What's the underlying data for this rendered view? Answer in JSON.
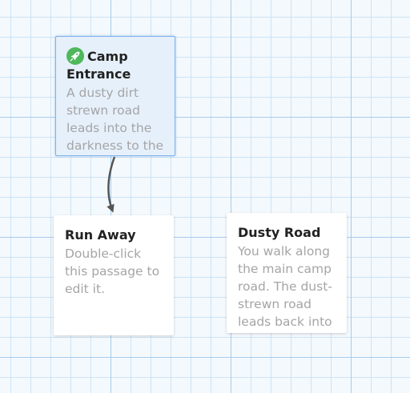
{
  "colors": {
    "start_badge": "#4fb85c",
    "link_arrow": "#555555",
    "selected_border": "#7fb0e6"
  },
  "passages": [
    {
      "title_line1": "Camp",
      "title_line2": "Entrance",
      "excerpt": "A dusty dirt strewn road leads into the darkness to the",
      "is_start": true,
      "selected": true,
      "icon": "rocket-icon"
    },
    {
      "title": "Run Away",
      "excerpt": "Double-click this passage to edit it.",
      "is_start": false,
      "selected": false
    },
    {
      "title": "Dusty Road",
      "excerpt": "You walk along the main camp road. The dust-strewn road leads back into",
      "is_start": false,
      "selected": false
    }
  ],
  "links": [
    {
      "from": "Camp Entrance",
      "to": "Run Away"
    }
  ]
}
